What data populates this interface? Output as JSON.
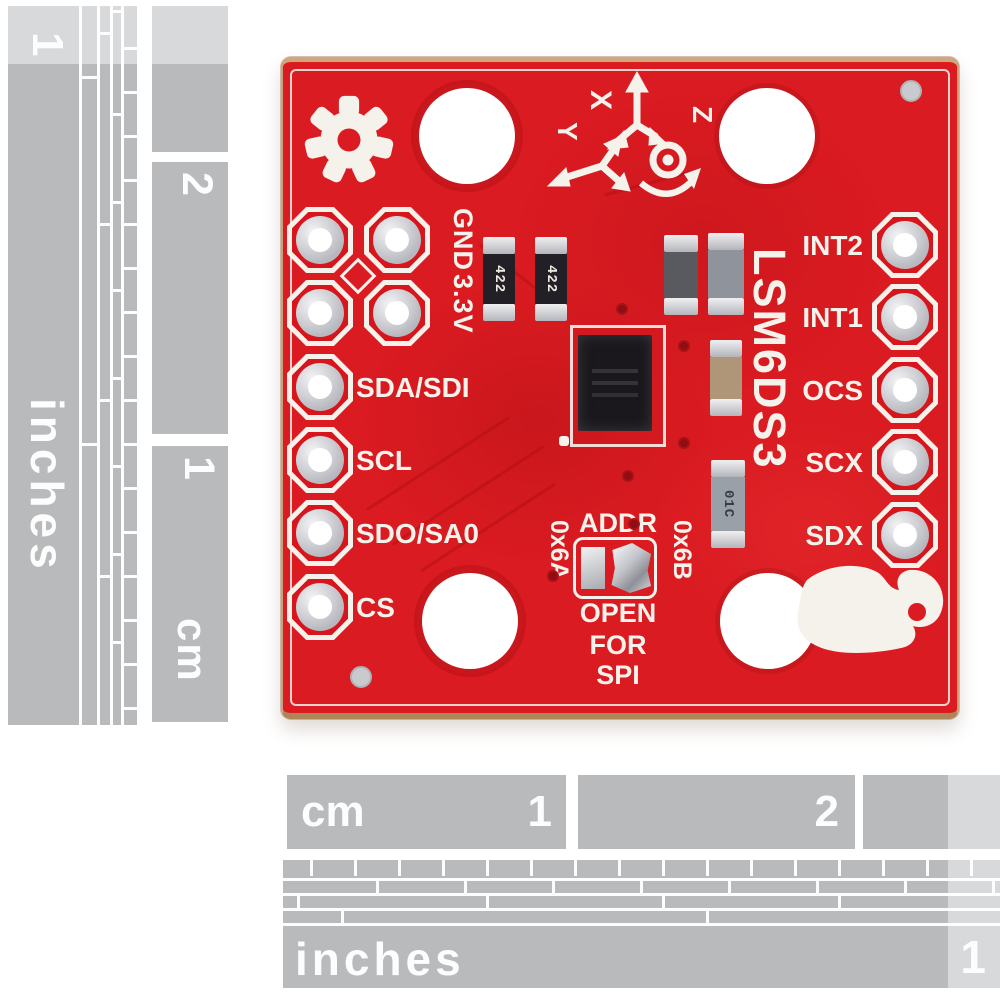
{
  "colors": {
    "pcb_red": "#da1b21",
    "pcb_red_dark": "#b10e14",
    "silkscreen_white": "#f5f1eb",
    "ruler_gray": "#b9babc",
    "ruler_highlight": "#d8d9da",
    "solder_silver": "#cccdd1",
    "ic_black": "#1a181c",
    "board_edge_tan": "#cfa77a"
  },
  "pcb": {
    "chip_name": "LSM6DS3",
    "power_pin_labels": [
      "GND",
      "3.3V"
    ],
    "left_pin_labels": [
      "SDA/SDI",
      "SCL",
      "SDO/SA0",
      "CS"
    ],
    "right_pin_labels": [
      "INT2",
      "INT1",
      "OCS",
      "SCX",
      "SDX"
    ],
    "axis_labels": {
      "x": "X",
      "y": "Y",
      "z": "Z"
    },
    "addr_jumper": {
      "title": "ADDR",
      "left_option": "0x6A",
      "right_option": "0x6B",
      "note_line1": "OPEN",
      "note_line2": "FOR",
      "note_line3": "SPI"
    },
    "resistor_marking": "422",
    "capacitor_marking": "01C"
  },
  "left_ruler": {
    "inch_1": "1",
    "inches_label": "inches",
    "cm_2": "2",
    "cm_1": "1",
    "cm_label": "cm"
  },
  "bottom_ruler": {
    "cm_label": "cm",
    "cm_1": "1",
    "cm_2": "2",
    "inches_label": "inches",
    "inch_1": "1"
  }
}
